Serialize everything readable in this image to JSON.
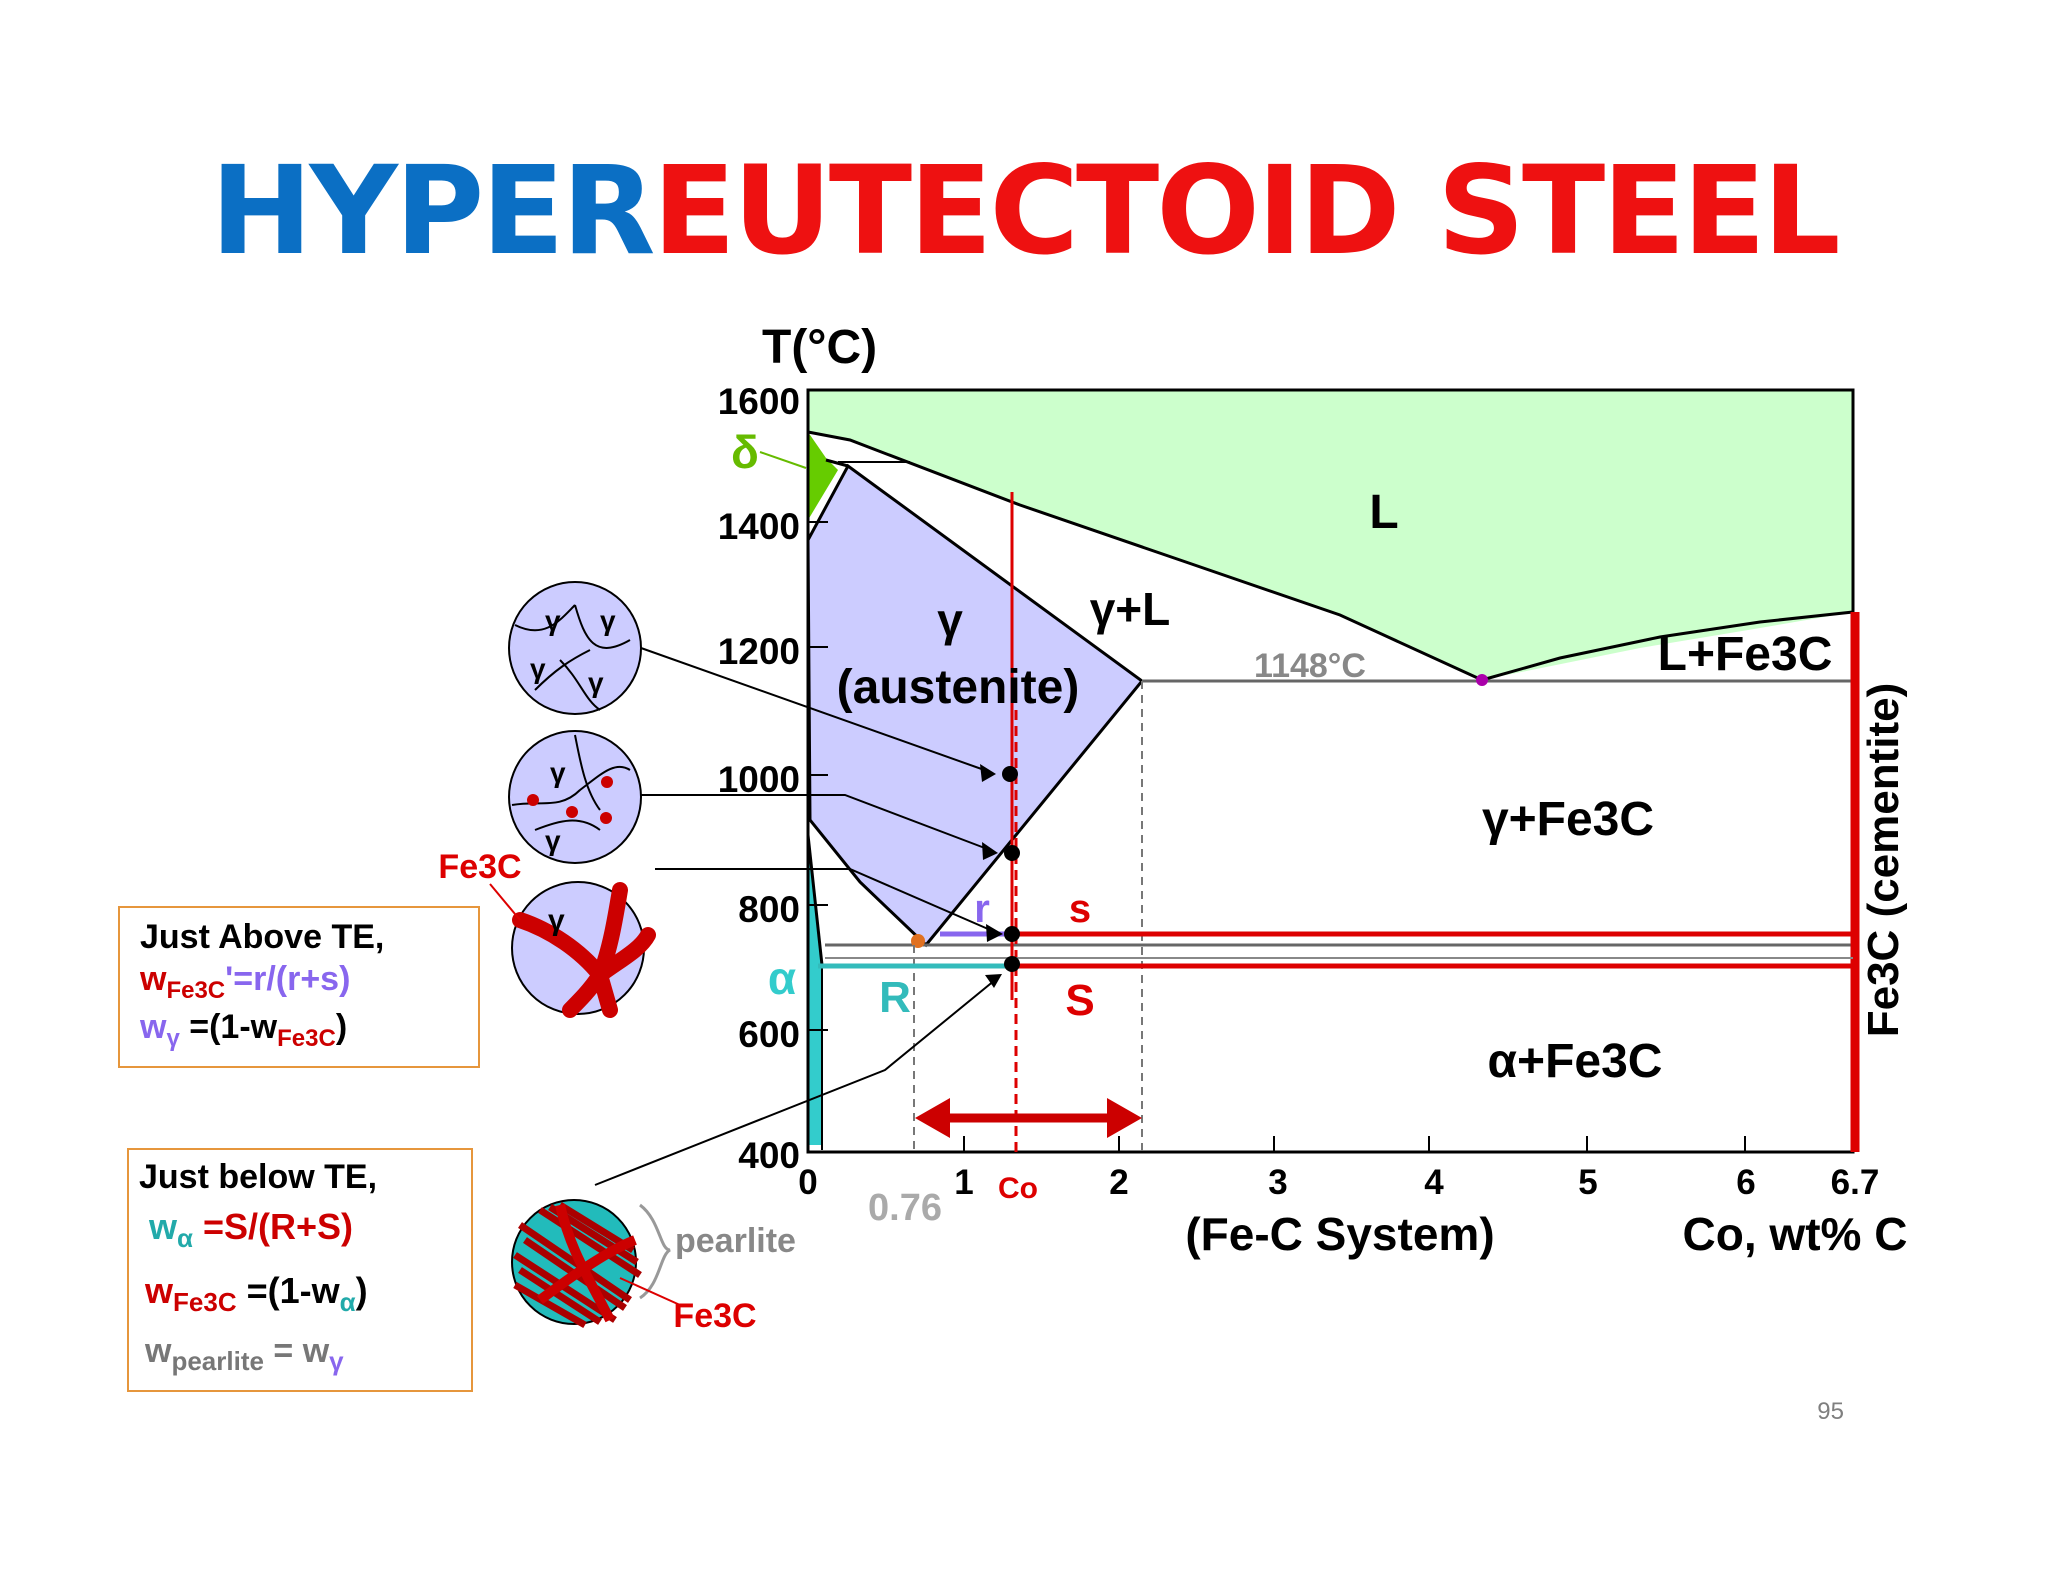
{
  "title": {
    "part1": "HYPER",
    "part2": "EUTECTOID STEEL",
    "color1": "#0b6fc4",
    "color2": "#ee1111"
  },
  "page_number": "95",
  "diagram": {
    "y_axis_label": "T(°C)",
    "y_ticks": [
      "1600",
      "1400",
      "1200",
      "1000",
      "800",
      "600",
      "400"
    ],
    "x_ticks": [
      "0",
      "1",
      "2",
      "3",
      "4",
      "5",
      "6",
      "6.7"
    ],
    "x_axis_label": "Co, wt% C",
    "system_label": "(Fe-C System)",
    "co_label": "Co",
    "eutectoid_label": "0.76",
    "eutectic_temp_label": "1148°C",
    "regions": {
      "liquid": "L",
      "gamma_liquid": "γ+L",
      "liquid_fe3c": "L+Fe3C",
      "gamma": "γ",
      "austenite": "(austenite)",
      "gamma_fe3c": "γ+Fe3C",
      "alpha_fe3c": "α+Fe3C",
      "cementite": "Fe3C (cementite)",
      "delta": "δ",
      "alpha": "α"
    },
    "lever": {
      "r_small": "r",
      "s_small": "s",
      "R_big": "R",
      "S_big": "S"
    },
    "micro_labels": {
      "fe3c_top": "Fe3C",
      "pearlite": "pearlite",
      "fe3c_bottom": "Fe3C",
      "gamma": "γ"
    },
    "colors": {
      "liquid": "#ccffcc",
      "austenite": "#ccccff",
      "red": "#dd0000",
      "alpha": "#33cccc",
      "purple": "#8866ee"
    }
  },
  "box_above": {
    "heading": "Just  Above TE,",
    "w": "w",
    "fe3c_sub": "Fe3C",
    "eq1_rest": "'=r/(r+s)",
    "gamma_sub": "γ",
    "eq2_rest": " =(1-w",
    "eq2_sub": "Fe3C",
    "eq2_end": ")"
  },
  "box_below": {
    "heading": "Just below TE,",
    "w": "w",
    "alpha_sub": "α",
    "eq1_rest": " =S/(R+S)",
    "fe3c_sub": "Fe3C",
    "eq2_rest": " =(1-w",
    "eq2_end": ")",
    "pearlite_sub": "pearlite",
    "eq3_rest": " = w",
    "gamma_sub": "γ"
  }
}
